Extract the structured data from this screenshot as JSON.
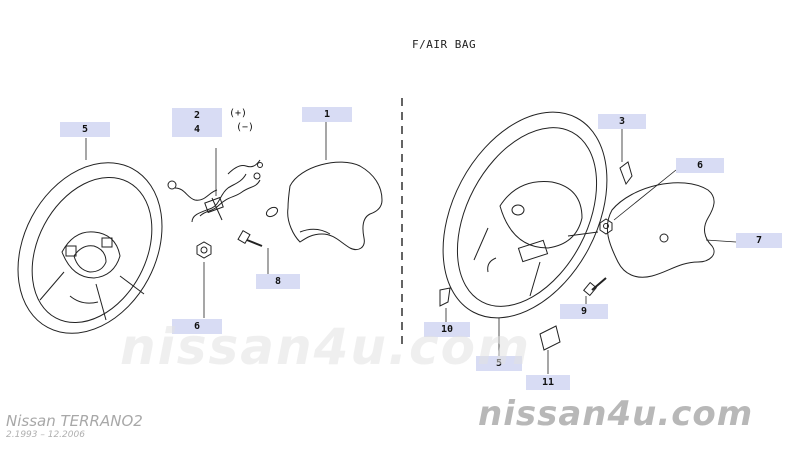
{
  "title": "F/AIR BAG",
  "callouts": [
    "5",
    "2",
    "4",
    "1",
    "6",
    "8",
    "6",
    "3",
    "6",
    "7",
    "9",
    "10",
    "5",
    "11"
  ],
  "signs": {
    "plus": "(+)",
    "minus": "(−)"
  },
  "watermark": {
    "center": "nissan4u.com",
    "corner": "nissan4u.com"
  },
  "footer": {
    "model": "Nissan  TERRANO2",
    "years": "2.1993  –  12.2006"
  },
  "colors": {
    "callout_bg": "#d8dcf4",
    "line": "#222222",
    "watermark": "#b8b8b8"
  }
}
